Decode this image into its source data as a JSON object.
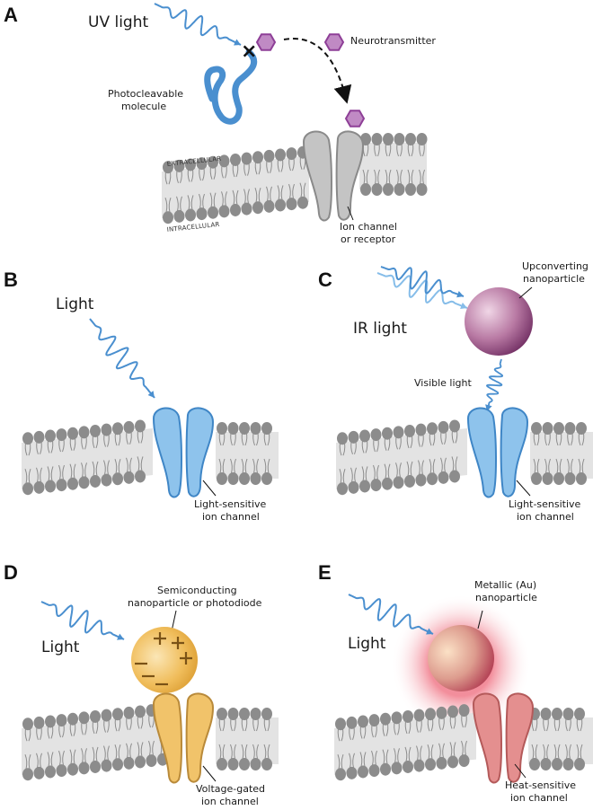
{
  "figure": {
    "panels": [
      {
        "id": "A",
        "letter": "A",
        "light_label": "UV light",
        "molecule_label_line1": "Photocleavable",
        "molecule_label_line2": "molecule",
        "legend_label": "Neurotransmitter",
        "extracellular_label": "EXTRACELLULAR",
        "intracellular_label": "INTRACELLULAR",
        "channel_label_line1": "Ion channel",
        "channel_label_line2": "or receptor",
        "channel_color": "#c4c4c4",
        "channel_stroke": "#8a8a8a"
      },
      {
        "id": "B",
        "letter": "B",
        "light_label": "Light",
        "channel_label_line1": "Light-sensitive",
        "channel_label_line2": "ion channel",
        "channel_color": "#8ec3ec",
        "channel_stroke": "#3f86c6"
      },
      {
        "id": "C",
        "letter": "C",
        "light_label": "IR light",
        "particle_label_line1": "Upconverting",
        "particle_label_line2": "nanoparticle",
        "emission_label": "Visible light",
        "channel_label_line1": "Light-sensitive",
        "channel_label_line2": "ion channel",
        "channel_color": "#8ec3ec",
        "channel_stroke": "#3f86c6",
        "particle_color": "#8e3f7a"
      },
      {
        "id": "D",
        "letter": "D",
        "light_label": "Light",
        "particle_label_line1": "Semiconducting",
        "particle_label_line2": "nanoparticle or photodiode",
        "channel_label_line1": "Voltage-gated",
        "channel_label_line2": "ion channel",
        "channel_color": "#f1c36a",
        "channel_stroke": "#b98a3a",
        "particle_color": "#e8a93a",
        "charges_positive": "+",
        "charges_negative": "−"
      },
      {
        "id": "E",
        "letter": "E",
        "light_label": "Light",
        "particle_label_line1": "Metallic (Au)",
        "particle_label_line2": "nanoparticle",
        "channel_label_line1": "Heat-sensitive",
        "channel_label_line2": "ion channel",
        "channel_color": "#e48f8f",
        "channel_stroke": "#b45a5a",
        "particle_color": "#d9707a",
        "glow_color": "#e8324a"
      }
    ],
    "colors": {
      "light_wave": "#4a8fcf",
      "light_wave_pale": "#86bde9",
      "neurotransmitter_fill": "#c08ac4",
      "neurotransmitter_stroke": "#8e3f97",
      "lipid_head": "#8c8c8c",
      "membrane_fill": "#e3e3e3",
      "cleave_mark": "#111111"
    },
    "cleave_mark": "×"
  }
}
